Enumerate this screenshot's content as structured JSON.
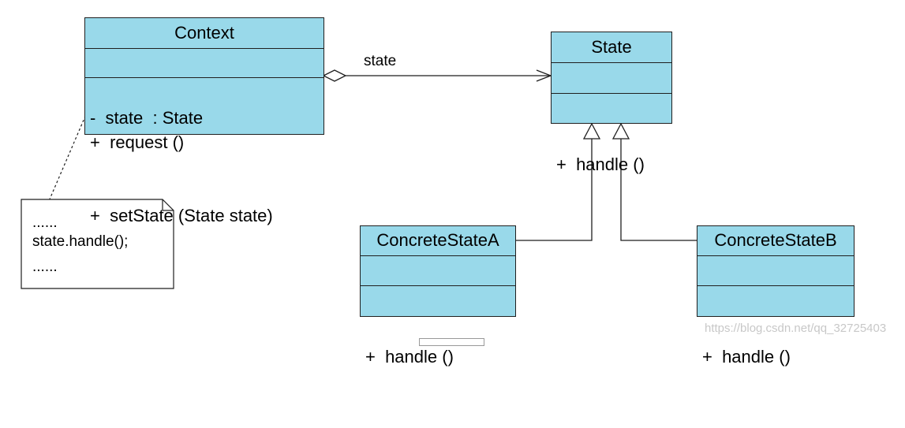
{
  "context": {
    "name": "Context",
    "attributes": [
      "-  state  : State"
    ],
    "operations": [
      "+  request ()",
      "+  setState (State state)"
    ]
  },
  "state": {
    "name": "State",
    "attributes": [],
    "operations": [
      "+  handle ()"
    ]
  },
  "concrete_a": {
    "name": "ConcreteStateA",
    "attributes": [],
    "operations": [
      "+  handle ()"
    ]
  },
  "concrete_b": {
    "name": "ConcreteStateB",
    "attributes": [],
    "operations": [
      "+  handle ()"
    ]
  },
  "association": {
    "label": "state",
    "kind": "aggregation"
  },
  "note": {
    "lines": [
      "......",
      "state.handle();",
      "......"
    ]
  },
  "watermark": "https://blog.csdn.net/qq_32725403",
  "colors": {
    "class_fill": "#99d9ea",
    "line": "#1f1f1f"
  }
}
